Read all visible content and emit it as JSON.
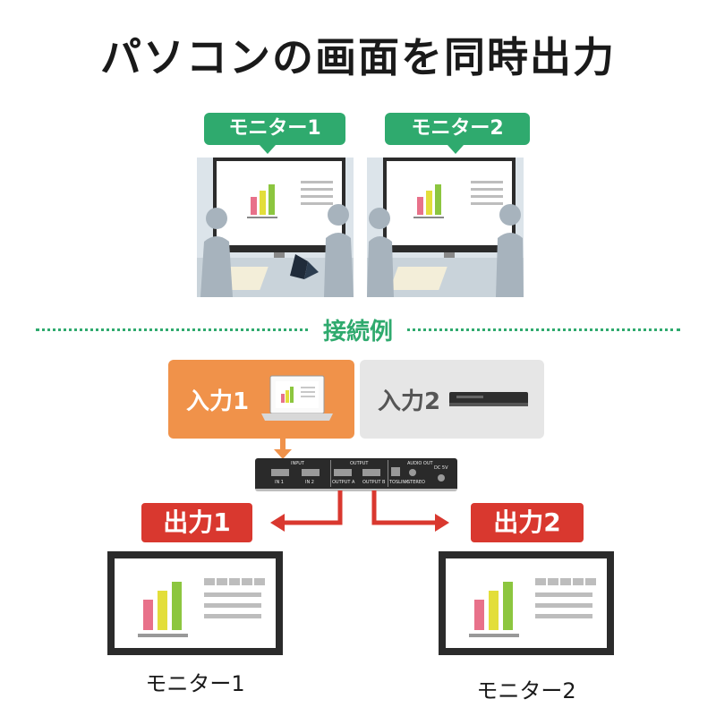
{
  "title": "パソコンの画面を同時出力",
  "top_monitors": [
    {
      "label": "モニター1"
    },
    {
      "label": "モニター2"
    }
  ],
  "section_label": "接続例",
  "inputs": [
    {
      "label": "入力1",
      "color": "#f0924a",
      "device": "laptop-icon"
    },
    {
      "label": "入力2",
      "color": "#e6e6e6",
      "device": "blu-ray-player-icon"
    }
  ],
  "device_panel": {
    "input": "INPUT",
    "output": "OUTPUT",
    "in1": "IN 1",
    "in2": "IN 2",
    "output_a": "OUTPUT A",
    "output_b": "OUTPUT B",
    "audio_out": "AUDIO OUT",
    "toslink": "TOSLINK",
    "stereo": "STEREO",
    "dc5v": "DC 5V"
  },
  "outputs": [
    {
      "label": "出力1",
      "monitor": "モニター1"
    },
    {
      "label": "出力2",
      "monitor": "モニター2"
    }
  ],
  "colors": {
    "green": "#2faa6e",
    "orange": "#f0924a",
    "red": "#d9382f",
    "bar_pink": "#e8718a",
    "bar_yellow": "#e3de3a",
    "bar_green": "#8cc63f"
  }
}
